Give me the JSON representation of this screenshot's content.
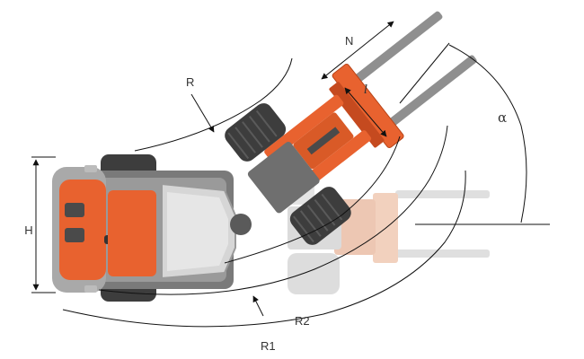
{
  "labels": {
    "R": "R",
    "N": "N",
    "l": "l",
    "alpha": "α",
    "H": "H",
    "R1": "R1",
    "R2": "R2"
  },
  "colors": {
    "machine_body": "#e8622f",
    "machine_body_dark": "#c54a1f",
    "machine_grey": "#8a8a8a",
    "machine_dark": "#4a4a4a",
    "tyre": "#3d3d3d",
    "ghost_orange": "#ecc2ab",
    "ghost_grey": "#d6d6d6",
    "dimension_line": "#111111",
    "label_text": "#333333"
  },
  "icons": {
    "main": "articulated-telescopic-loader-top-view",
    "ghost": "loader-straight-position-ghost"
  }
}
